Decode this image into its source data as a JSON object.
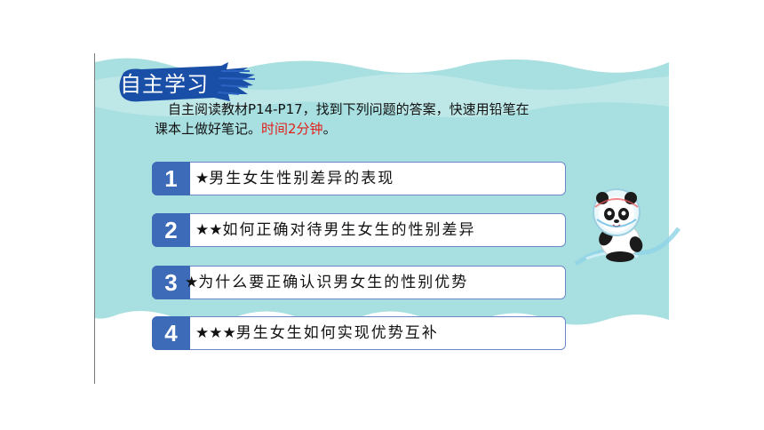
{
  "badge": {
    "title": "自主学习"
  },
  "intro": {
    "line1": "自主阅读教材P14-P17，找到下列问题的答案，快速用铅笔在",
    "line2_prefix": "课本上做好笔记。",
    "line2_time": "时间2分钟",
    "line2_suffix": "。"
  },
  "items": [
    {
      "number": "1",
      "stars": "★",
      "text": "男生女生性别差异的表现"
    },
    {
      "number": "2",
      "stars": "★★",
      "text": "如何正确对待男生女生的性别差异"
    },
    {
      "number": "3",
      "stars": "★",
      "text": "为什么要正确认识男女生的性别优势"
    },
    {
      "number": "4",
      "stars": "★★★",
      "text": "男生女生如何实现优势互补"
    }
  ],
  "colors": {
    "accent_blue": "#3d6bb7",
    "badge_blue": "#1a4fa8",
    "teal_bg": "#a8dfe0",
    "highlight_red": "#e0201b"
  },
  "icons": {
    "mascot": "panda-mascot-icon"
  }
}
